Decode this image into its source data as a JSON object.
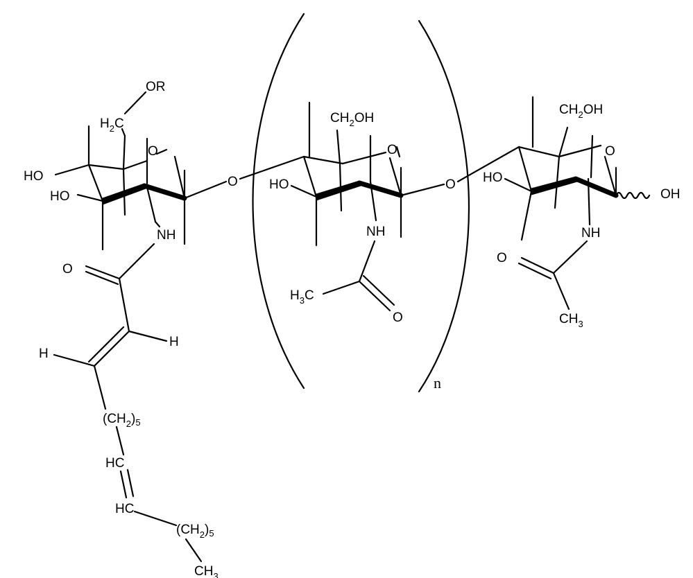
{
  "labels": {
    "or": "OR",
    "h2c": "H",
    "h2c_sub": "2",
    "h2c_c": "C",
    "ho1": "HO",
    "ho2": "HO",
    "o_ring1": "O",
    "nh1": "NH",
    "o_link1": "O",
    "o_carbonyl1": "O",
    "h_alkene1": "H",
    "h_alkene2": "H",
    "ch2_5a": "(CH",
    "ch2_5a_sub": "2",
    "ch2_5a_close": ")",
    "ch2_5a_n": "5",
    "hc1": "HC",
    "hc2": "HC",
    "ch2_5b": "(CH",
    "ch2_5b_sub": "2",
    "ch2_5b_close": ")",
    "ch2_5b_n": "5",
    "ch3_end": "CH",
    "ch3_end_sub": "3",
    "ch2oh2": "CH",
    "ch2oh2_sub": "2",
    "ch2oh2_oh": "OH",
    "o_ring2": "O",
    "ho3": "HO",
    "nh2": "NH",
    "h3c": "H",
    "h3c_sub": "3",
    "h3c_c": "C",
    "o_carbonyl2": "O",
    "o_link2": "O",
    "ch2oh3": "CH",
    "ch2oh3_sub": "2",
    "ch2oh3_oh": "OH",
    "o_ring3": "O",
    "ho4": "HO",
    "oh_anomeric": "OH",
    "nh3": "NH",
    "o_carbonyl3": "O",
    "ch3_3": "CH",
    "ch3_3_sub": "3",
    "repeat_n": "n"
  }
}
